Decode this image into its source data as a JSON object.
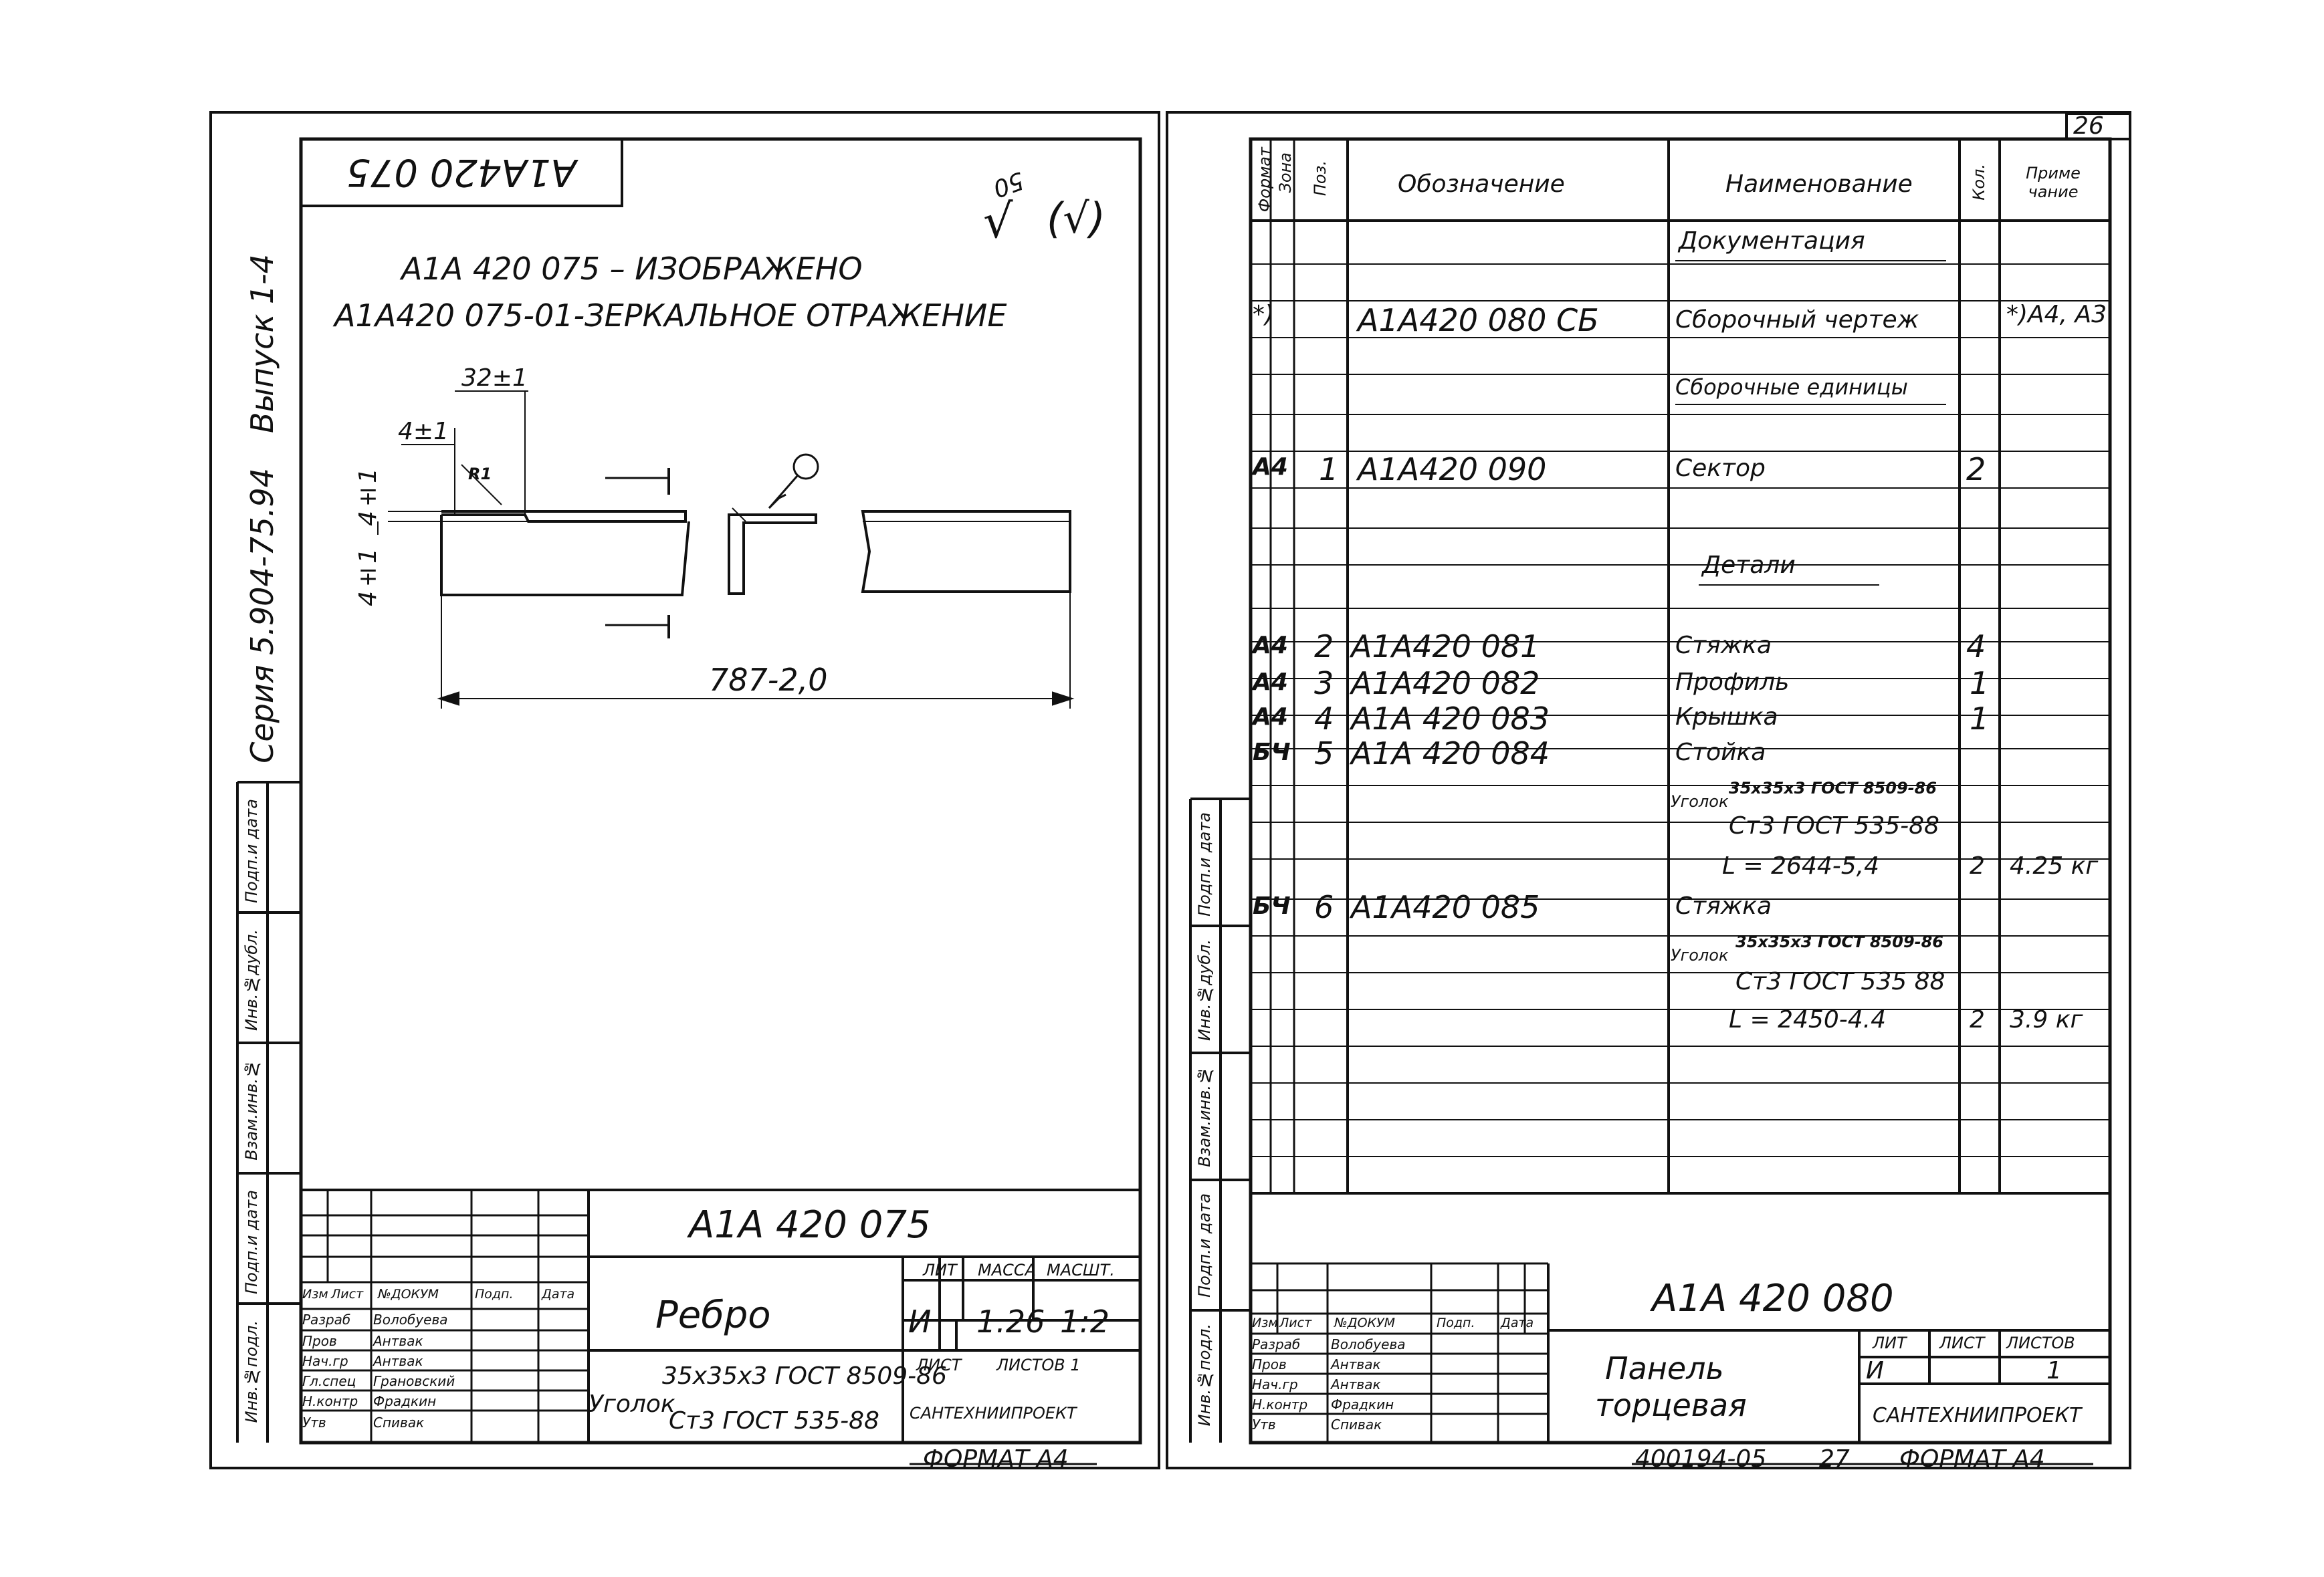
{
  "page_number": "26",
  "left_sheet": {
    "stamp_mirrored": "A1A420 075",
    "roughness": {
      "value": "50",
      "symbol": "(√)"
    },
    "notes": [
      "A1A 420 075 – ИЗОБРАЖЕНО",
      "A1A420 075-01-ЗЕРКАЛЬНОЕ ОТРАЖЕНИЕ"
    ],
    "dims": {
      "d32": "32±1",
      "d4a": "4±1",
      "d4b": "4±1",
      "d4c": "4±1",
      "r1": "R1",
      "length": "787-2,0"
    },
    "side_series": "Серия 5.904-75.94",
    "side_issue": "Выпуск 1-4",
    "side_cols": [
      "Инв.№подл.",
      "Подп.и дата",
      "Взам.инв.№",
      "Инв.№дубл.",
      "Подп.и дата"
    ],
    "title_block": {
      "designation": "A1A 420 075",
      "name": "Ребро",
      "lit": "И",
      "mass": "1.26",
      "scale": "1:2",
      "hdr_lit": "ЛИТ",
      "hdr_mass": "МАССА",
      "hdr_scale": "МАСШТ.",
      "sheet": "ЛИСТ",
      "sheets": "ЛИСТОВ 1",
      "material_top": "35x35x3 ГОСТ 8509-86",
      "material_bottom": "Ст3 ГОСТ 535-88",
      "material_word": "Уголок",
      "org": "САНТЕХНИИПРОЕКТ",
      "head": [
        "Изм",
        "Лист",
        "№ДОКУМ",
        "Подп.",
        "Дата"
      ],
      "people": [
        {
          "role": "Разраб",
          "name": "Волобуева"
        },
        {
          "role": "Пров",
          "name": "Антвак"
        },
        {
          "role": "Нач.гр",
          "name": "Антвак"
        },
        {
          "role": "Гл.спец",
          "name": "Грановский"
        },
        {
          "role": "Н.контр",
          "name": "Фрадкин"
        },
        {
          "role": "Утв",
          "name": "Спивак"
        }
      ]
    },
    "format": "ФОРМАТ А4"
  },
  "right_sheet": {
    "headers": {
      "format": "Формат",
      "zone": "Зона",
      "pos": "Поз.",
      "designation": "Обозначение",
      "name": "Наименование",
      "qty": "Кол.",
      "note": "Приме чание"
    },
    "sections": {
      "docs": "Документация",
      "assemblies": "Сборочные единицы",
      "details": "Детали"
    },
    "rows": [
      {
        "fmt": "*)",
        "pos": "",
        "des": "A1A420 080 СБ",
        "name": "Сборочный чертеж",
        "qty": "",
        "note": "*)А4, А3"
      },
      {
        "fmt": "А4",
        "pos": "1",
        "des": "A1A420 090",
        "name": "Сектор",
        "qty": "2",
        "note": ""
      },
      {
        "fmt": "А4",
        "pos": "2",
        "des": "A1A420 081",
        "name": "Стяжка",
        "qty": "4",
        "note": ""
      },
      {
        "fmt": "А4",
        "pos": "3",
        "des": "A1A420 082",
        "name": "Профиль",
        "qty": "1",
        "note": ""
      },
      {
        "fmt": "А4",
        "pos": "4",
        "des": "A1A 420 083",
        "name": "Крышка",
        "qty": "1",
        "note": ""
      },
      {
        "fmt": "БЧ",
        "pos": "5",
        "des": "A1A 420 084",
        "name": "Стойка",
        "qty": "",
        "note": ""
      },
      {
        "fmt": "БЧ",
        "pos": "6",
        "des": "A1A420 085",
        "name": "Стяжка",
        "qty": "",
        "note": ""
      }
    ],
    "mat1": {
      "word": "Уголок",
      "top": "35x35x3 ГОСТ 8509-86",
      "mid": "Ст3 ГОСТ 535-88",
      "len": "L = 2644-5,4",
      "qty": "2",
      "note": "4.25 кг"
    },
    "mat2": {
      "word": "Уголок",
      "top": "35x35x3 ГОСТ 8509-86",
      "mid": "Ст3 ГОСТ 535 88",
      "len": "L = 2450-4.4",
      "qty": "2",
      "note": "3.9 кг"
    },
    "side_cols": [
      "Инв.№подл.",
      "Подп.и дата",
      "Взам.инв.№",
      "Инв.№дубл.",
      "Подп.и дата"
    ],
    "title_block": {
      "designation": "A1A 420 080",
      "name_line1": "Панель",
      "name_line2": "торцевая",
      "hdr_lit": "ЛИТ",
      "hdr_sheet": "ЛИСТ",
      "hdr_sheets": "ЛИСТОВ",
      "lit": "И",
      "sheets": "1",
      "org": "САНТЕХНИИПРОЕКТ",
      "head": [
        "Изм",
        "Лист",
        "№ДОКУМ",
        "Подп.",
        "Дата"
      ],
      "people": [
        {
          "role": "Разраб",
          "name": "Волобуева"
        },
        {
          "role": "Пров",
          "name": "Антвак"
        },
        {
          "role": "Нач.гр",
          "name": "Антвак"
        },
        {
          "role": "Н.контр",
          "name": "Фрадкин"
        },
        {
          "role": "Утв",
          "name": "Спивак"
        }
      ]
    },
    "footer_code": "400194-05",
    "footer_num": "27",
    "format": "ФОРМАТ А4"
  }
}
